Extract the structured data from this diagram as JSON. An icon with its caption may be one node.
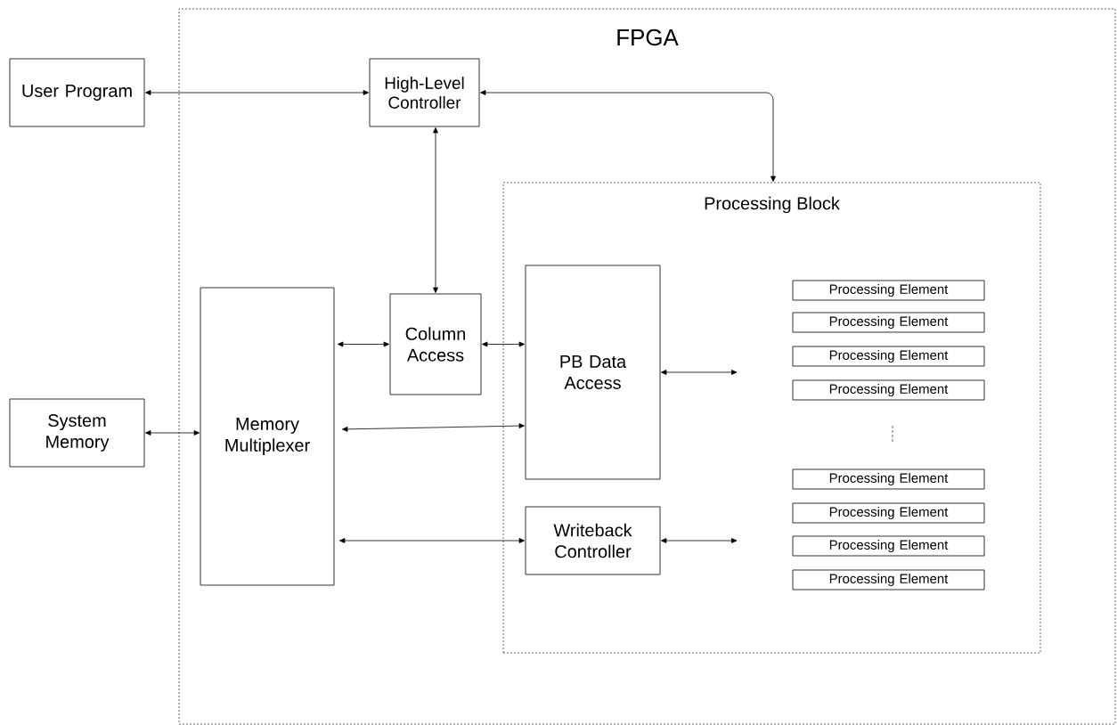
{
  "diagram": {
    "nodes": [
      {
        "text": [
          "FPGA"
        ]
      },
      {
        "text": [
          "User Program"
        ]
      },
      {
        "text": [
          "High-Level Controller"
        ],
        "in": 0
      },
      {
        "text": [
          "Processing Block"
        ],
        "in": 0
      },
      {
        "text": [
          "Memory Multiplexer"
        ],
        "in": 0
      },
      {
        "text": [
          "Column Access"
        ],
        "in": 0
      },
      {
        "text": [
          "PB Data Access"
        ],
        "in": 3
      },
      {
        "text": [
          "Writeback Controller"
        ],
        "in": 3
      },
      {
        "text": [
          "Processing Element"
        ],
        "in": 3
      },
      {
        "text": [
          "Processing Element"
        ],
        "in": 3
      },
      {
        "text": [
          "Processing Element"
        ],
        "in": 3
      },
      {
        "text": [
          "Processing Element"
        ],
        "in": 3
      },
      {
        "text": [
          "Processing Element"
        ],
        "in": 3
      },
      {
        "text": [
          "Processing Element"
        ],
        "in": 3
      },
      {
        "text": [
          "Processing Element"
        ],
        "in": 3
      },
      {
        "text": [
          "Processing Element"
        ],
        "in": 3
      },
      {
        "text": [
          "System Memory"
        ]
      }
    ],
    "edges": [
      {
        "from": 1,
        "to": 2,
        "arrow": "both"
      },
      {
        "from": 2,
        "to": 3,
        "arrow": "both"
      },
      {
        "from": 2,
        "to": 5,
        "arrow": "both"
      },
      {
        "from": 4,
        "to": 5,
        "arrow": "both"
      },
      {
        "from": 5,
        "to": 6,
        "arrow": "both"
      },
      {
        "from": 4,
        "to": 6,
        "arrow": "both"
      },
      {
        "from": 4,
        "to": 7,
        "arrow": "both"
      },
      {
        "from": 16,
        "to": 4,
        "arrow": "both"
      },
      {
        "from": 6,
        "to": null,
        "arrow": "both"
      },
      {
        "from": 7,
        "to": null,
        "arrow": "both"
      }
    ]
  }
}
